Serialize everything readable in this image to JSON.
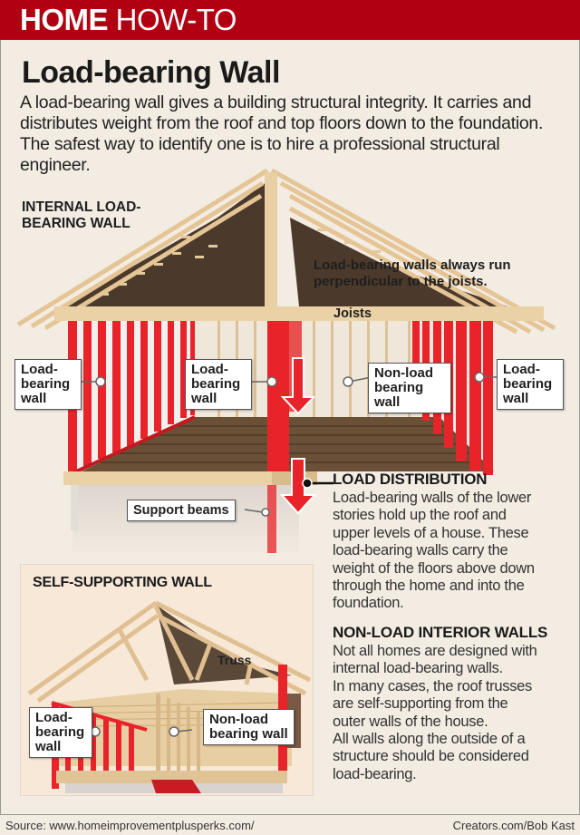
{
  "header": {
    "brand_bold": "HOME",
    "brand_light": "HOW-TO"
  },
  "title": "Load-bearing Wall",
  "intro": "A load-bearing wall gives a building structural integrity. It carries and distributes weight from the roof and top floors down to the foundation. The safest way to identify one is to hire a professional structural engineer.",
  "main_illustration": {
    "heading_line1": "INTERNAL LOAD-",
    "heading_line2": "BEARING WALL",
    "note_line1": "Load-bearing walls always run",
    "note_line2": "perpendicular to the joists.",
    "joists_label": "Joists",
    "callouts": [
      {
        "line1": "Load-",
        "line2": "bearing",
        "line3": "wall"
      },
      {
        "line1": "Load-",
        "line2": "bearing",
        "line3": "wall"
      },
      {
        "line1": "Non-load",
        "line2": "bearing",
        "line3": "wall"
      },
      {
        "line1": "Load-",
        "line2": "bearing",
        "line3": "wall"
      }
    ],
    "support_beams_label": "Support beams"
  },
  "load_distribution": {
    "heading": "LOAD DISTRIBUTION",
    "lines": [
      "Load-bearing walls of the lower",
      "stories hold up the roof and",
      "upper levels of a house. These",
      "load-bearing walls carry the",
      "weight of the floors above down",
      "through the home and into the",
      "foundation."
    ]
  },
  "inset": {
    "heading": "SELF-SUPPORTING WALL",
    "truss_label": "Truss",
    "callout_left": {
      "line1": "Load-",
      "line2": "bearing",
      "line3": "wall"
    },
    "callout_right": {
      "line1": "Non-load",
      "line2": "bearing wall"
    }
  },
  "non_load": {
    "heading": "NON-LOAD INTERIOR WALLS",
    "lines": [
      "Not all homes are designed with",
      "internal load-bearing walls.",
      "In many cases, the roof trusses",
      "are self-supporting from the",
      "outer walls of the house.",
      "All walls along the outside of a",
      "structure should be considered",
      "load-bearing."
    ]
  },
  "footer": {
    "source": "Source: www.homeimprovementplusperks.com/",
    "credit": "Creators.com/Bob Kast"
  },
  "colors": {
    "header_red": "#b00012",
    "background": "#f3ece2",
    "wall_red": "#e8232a",
    "wood": "#e6c89a",
    "dark_roof": "#4a3a2c",
    "floor": "#6b5038"
  }
}
